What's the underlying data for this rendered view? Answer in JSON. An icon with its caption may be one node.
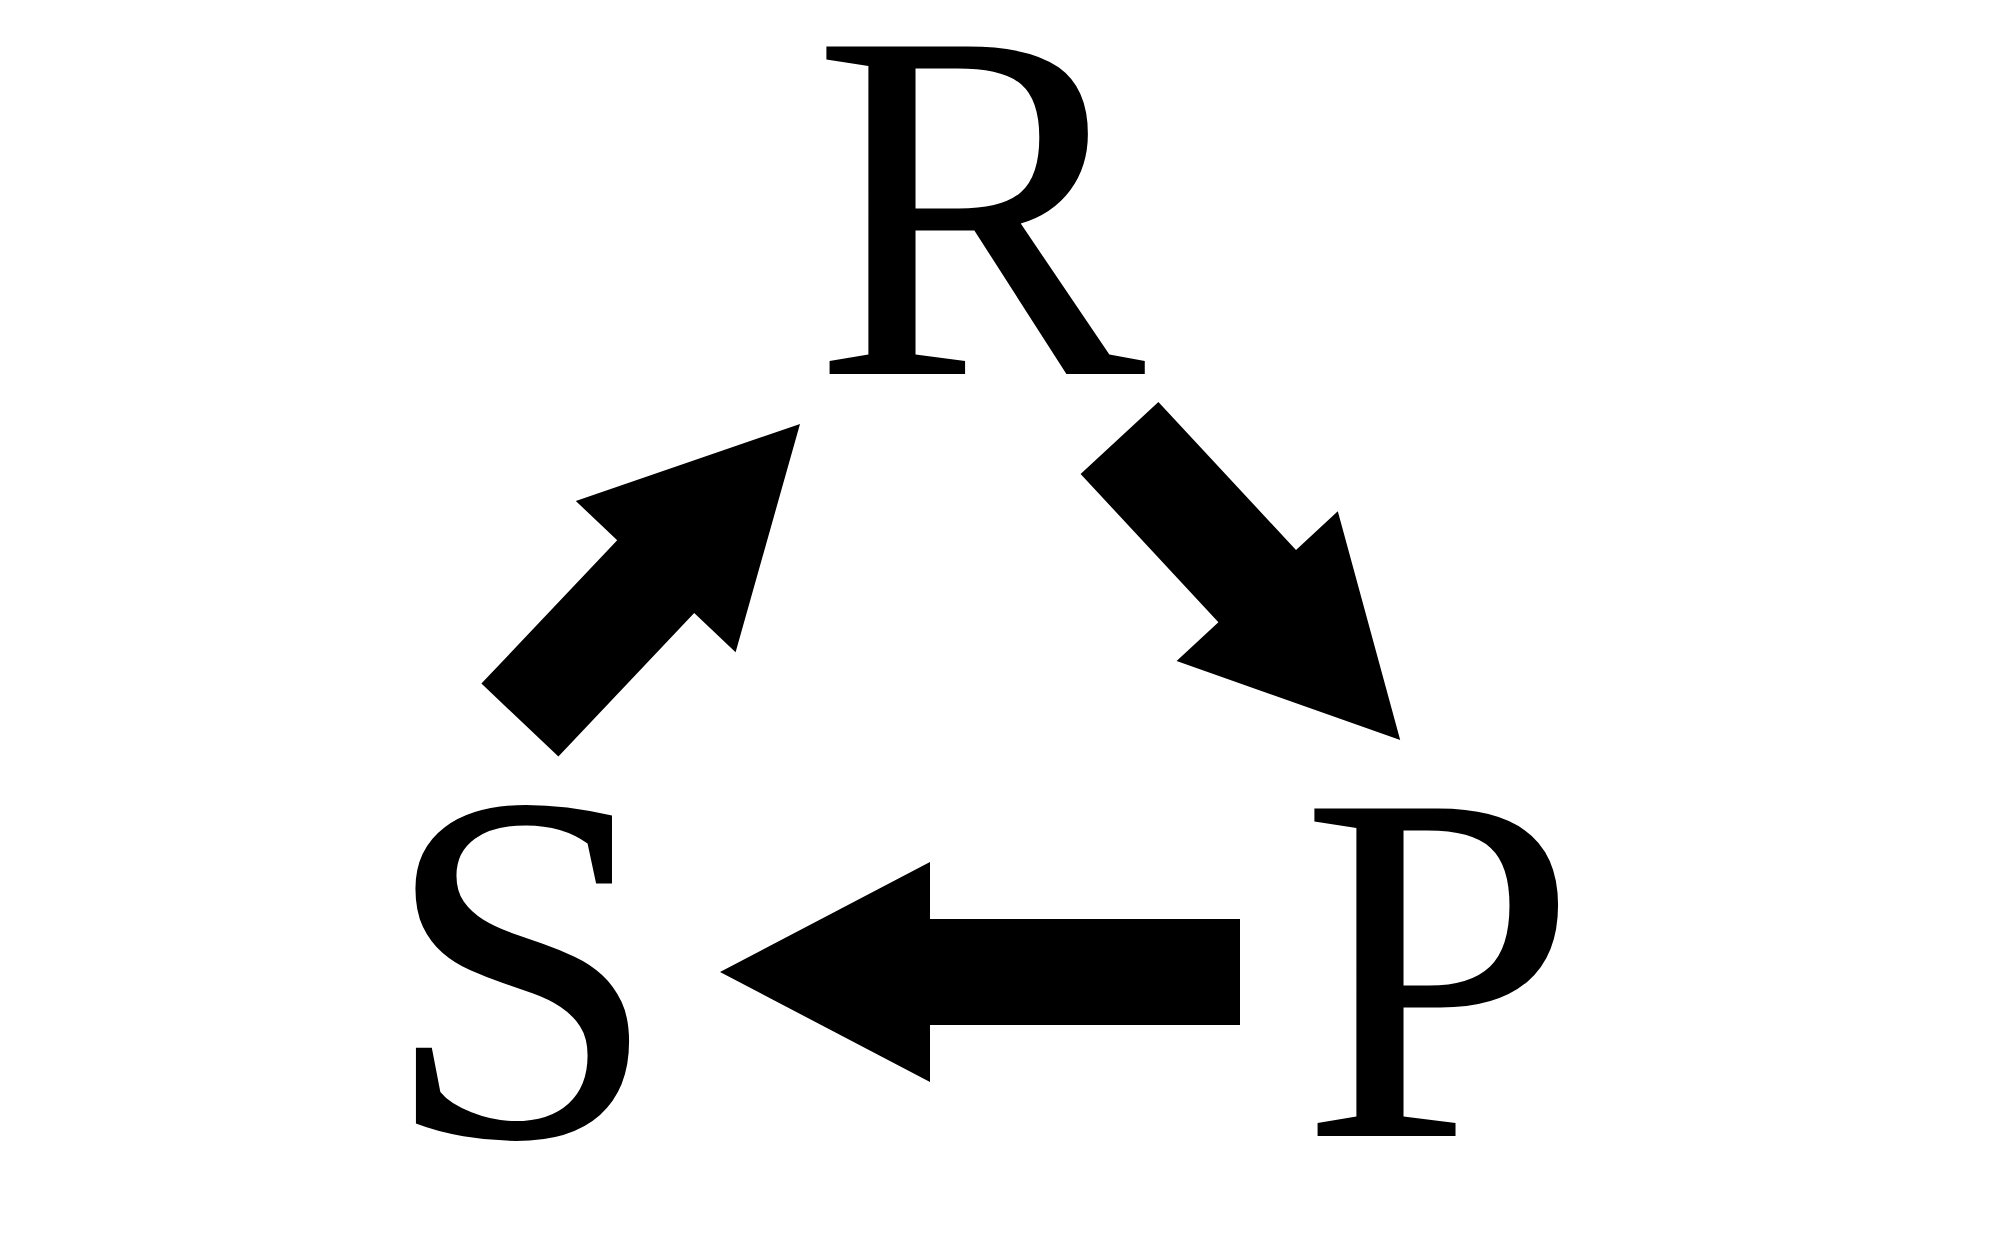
{
  "diagram": {
    "nodes": [
      {
        "text": [
          "R"
        ]
      },
      {
        "text": [
          "S"
        ]
      },
      {
        "text": [
          "P"
        ]
      }
    ],
    "edges": [
      {
        "from": 1,
        "to": 0,
        "arrow": "to"
      },
      {
        "from": 0,
        "to": 2,
        "arrow": "to"
      },
      {
        "from": 2,
        "to": 1,
        "arrow": "to"
      }
    ]
  }
}
